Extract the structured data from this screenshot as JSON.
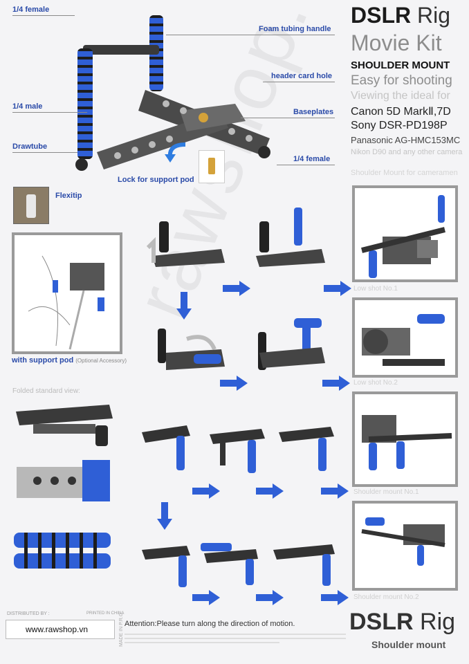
{
  "header": {
    "brand": "DSLR",
    "brand_suffix": "Rig",
    "subtitle": "Movie Kit",
    "mount": "SHOULDER MOUNT",
    "tagline": "Easy for shooting",
    "lines": [
      {
        "text": "Viewing the ideal for",
        "color": "#c4c4c4"
      },
      {
        "text": "Canon 5D MarkⅡ,7D",
        "color": "#222222"
      },
      {
        "text": "Sony DSR-PD198P",
        "color": "#222222"
      },
      {
        "text": "Panasonic AG-HMC153MC",
        "color": "#444444"
      },
      {
        "text": "Nikon D90 and any other camera",
        "color": "#c4c4c4"
      },
      {
        "text": "Shoulder Mount for cameramen",
        "color": "#d4d4d4"
      }
    ]
  },
  "callouts": {
    "female_top": "1/4 female",
    "foam_handle": "Foam tubing handle",
    "male": "1/4 male",
    "header_card": "header card hole",
    "drawtube": "Drawtube",
    "baseplates": "Baseplates",
    "female_bottom": "1/4 female",
    "lock": "Lock for support pod",
    "flexitip": "Flexitip"
  },
  "support_pod": {
    "label": "with support pod",
    "note": "(Optional Accessory)"
  },
  "folded_label": "Folded standard view:",
  "configs": {
    "low1": "Low shot No.1",
    "low2": "Low shot No.2",
    "shoulder1": "Shoulder mount No.1",
    "shoulder2": "Shoulder mount No.2"
  },
  "watermark": "rawshop.vn",
  "footer": {
    "distributed_by": "DISTRIBUTED BY :",
    "printed": "PRINTED IN CHINA",
    "website": "www.rawshop.vn",
    "made_in": "MADE IN P.R.C",
    "attention": "Attention:Please turn along the direction of motion.",
    "brand": "DSLR",
    "brand_suffix": "Rig",
    "subtitle": "Shoulder mount"
  },
  "colors": {
    "accent_blue": "#2f5fd6",
    "label_blue": "#2a4aa8",
    "frame_grey": "#9a9a9a"
  }
}
